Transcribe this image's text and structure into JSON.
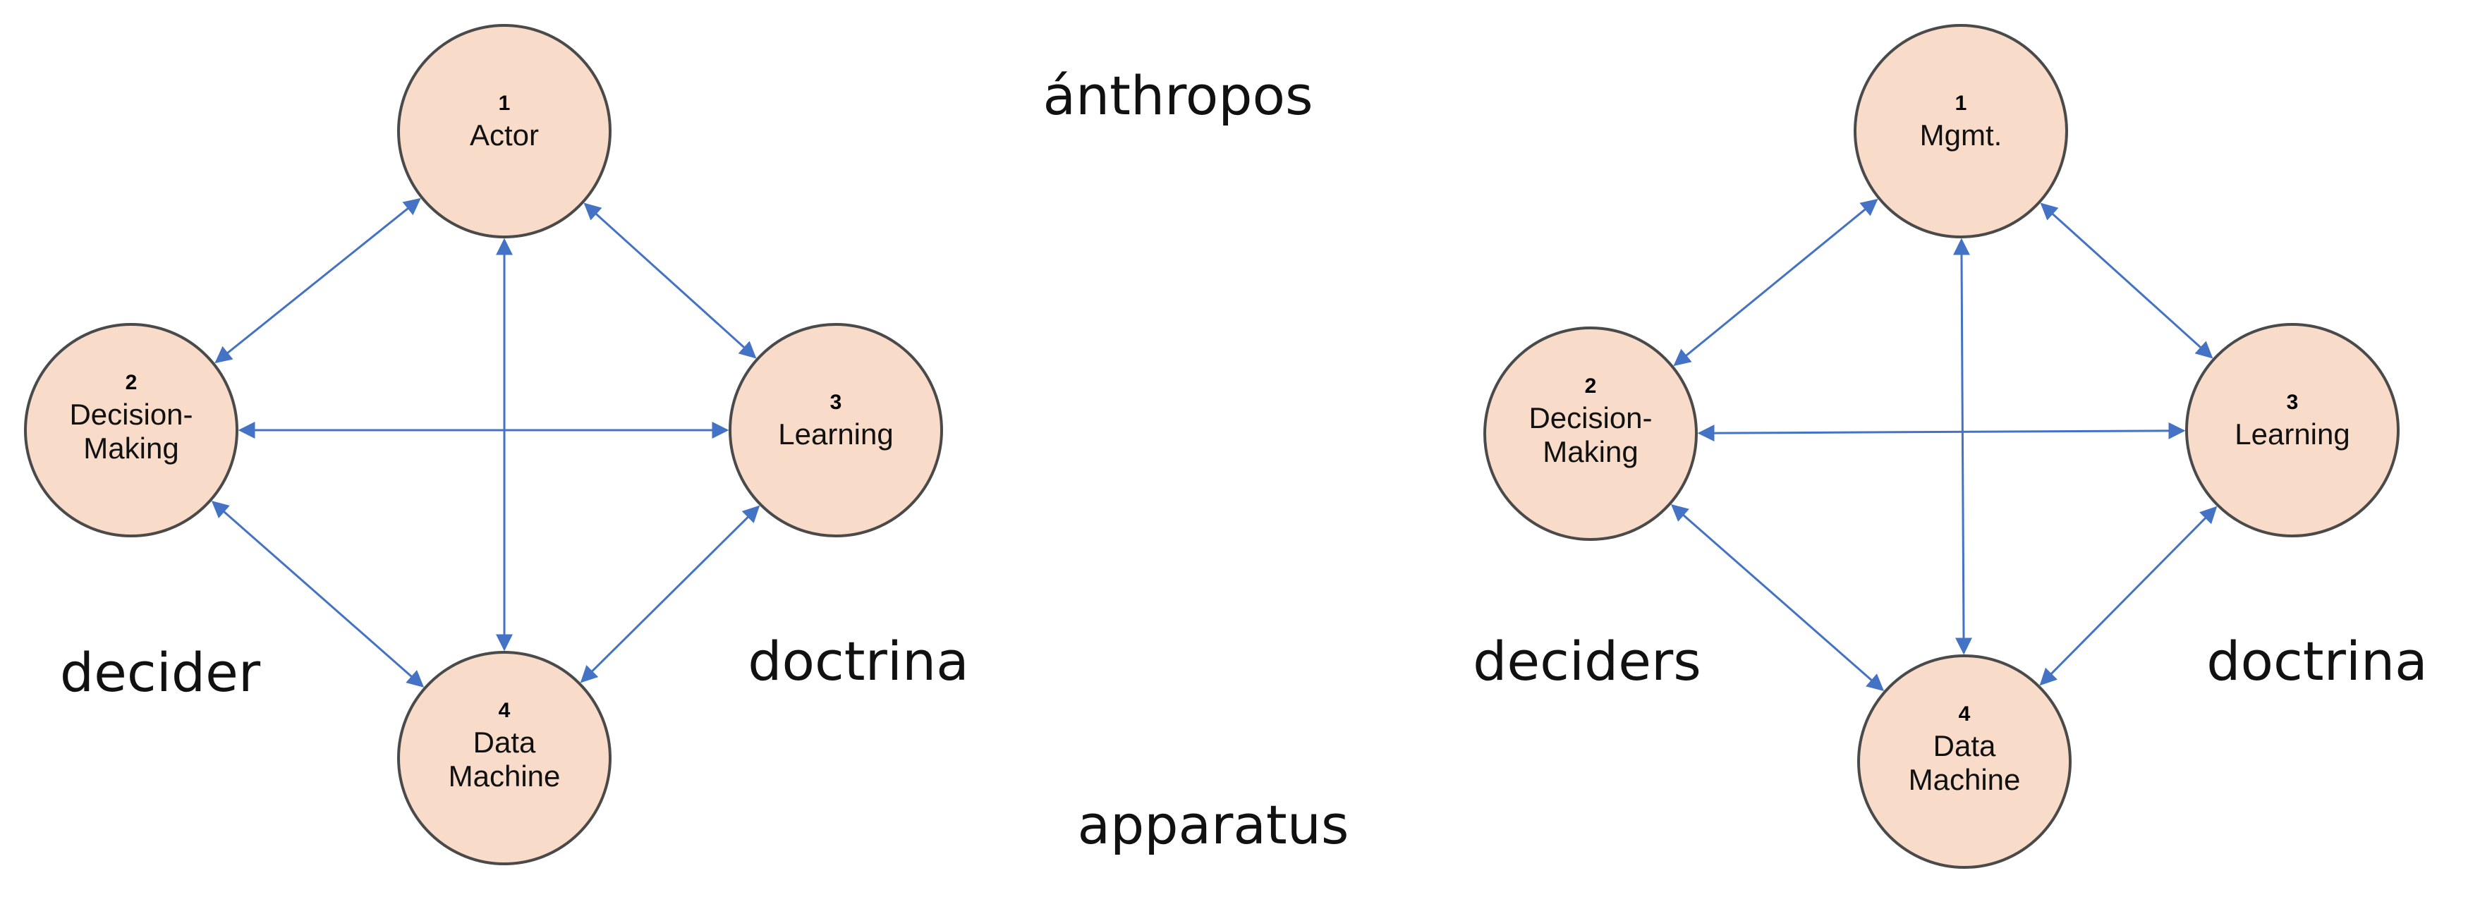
{
  "colors": {
    "node_fill": "#f8dcc9",
    "node_stroke": "#4a4a4a",
    "edge": "#4472c4",
    "text": "#111111"
  },
  "annotations": {
    "top": "ánthropos",
    "bottom": "apparatus",
    "left_diagram_left": "decider",
    "left_diagram_right": "doctrina",
    "right_diagram_left": "deciders",
    "right_diagram_right": "doctrina"
  },
  "diagrams": [
    {
      "nodes": [
        {
          "number": "1",
          "lines": [
            "Actor"
          ]
        },
        {
          "number": "2",
          "lines": [
            "Decision-",
            "Making"
          ]
        },
        {
          "number": "3",
          "lines": [
            "Learning"
          ]
        },
        {
          "number": "4",
          "lines": [
            "Data",
            "Machine"
          ]
        }
      ]
    },
    {
      "nodes": [
        {
          "number": "1",
          "lines": [
            "Mgmt."
          ]
        },
        {
          "number": "2",
          "lines": [
            "Decision-",
            "Making"
          ]
        },
        {
          "number": "3",
          "lines": [
            "Learning"
          ]
        },
        {
          "number": "4",
          "lines": [
            "Data",
            "Machine"
          ]
        }
      ]
    }
  ],
  "edges": [
    [
      1,
      2
    ],
    [
      1,
      3
    ],
    [
      1,
      4
    ],
    [
      2,
      3
    ],
    [
      2,
      4
    ],
    [
      3,
      4
    ]
  ]
}
